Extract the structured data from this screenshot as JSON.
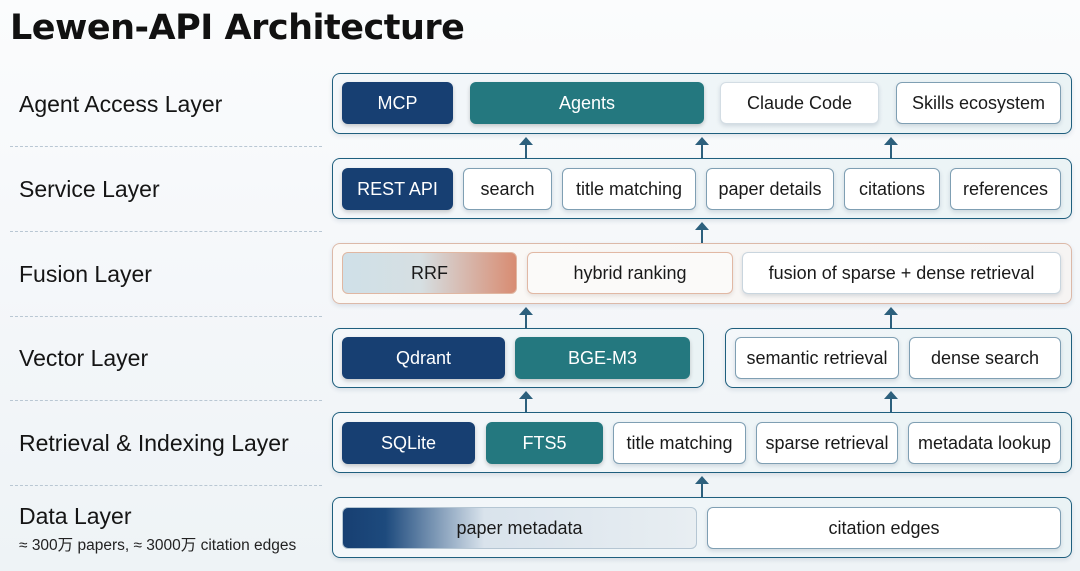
{
  "title": "Lewen-API Architecture",
  "layers": [
    {
      "name": "Agent Access Layer",
      "components": [
        "MCP",
        "Agents",
        "Claude Code",
        "Skills ecosystem"
      ]
    },
    {
      "name": "Service Layer",
      "components": [
        "REST API",
        "search",
        "title matching",
        "paper details",
        "citations",
        "references"
      ]
    },
    {
      "name": "Fusion Layer",
      "components": [
        "RRF",
        "hybrid ranking",
        "fusion of sparse + dense retrieval"
      ]
    },
    {
      "name": "Vector Layer",
      "components": [
        "Qdrant",
        "BGE-M3",
        "semantic retrieval",
        "dense search"
      ]
    },
    {
      "name": "Retrieval & Indexing Layer",
      "components": [
        "SQLite",
        "FTS5",
        "title matching",
        "sparse retrieval",
        "metadata lookup"
      ]
    },
    {
      "name": "Data Layer",
      "subtitle": "≈ 300万 papers, ≈ 3000万 citation edges",
      "components": [
        "paper metadata",
        "citation edges"
      ]
    }
  ],
  "colors": {
    "navy": "#173f72",
    "teal": "#24787f",
    "border": "#1f5f7e",
    "fusion_accent": "#d88c72"
  }
}
